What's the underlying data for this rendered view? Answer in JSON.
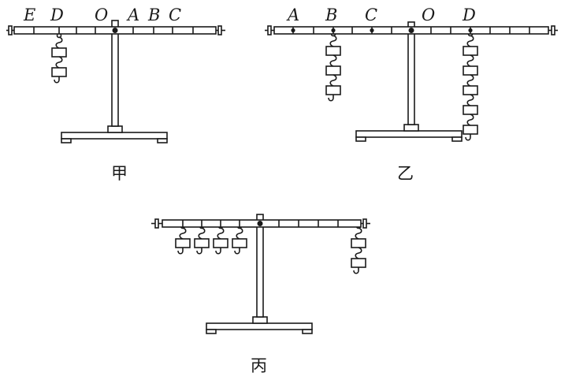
{
  "figures": [
    {
      "caption": "甲",
      "labels": [
        {
          "name": "E",
          "text": "E"
        },
        {
          "name": "D",
          "text": "D"
        },
        {
          "name": "O",
          "text": "O"
        },
        {
          "name": "A",
          "text": "A"
        },
        {
          "name": "B",
          "text": "B"
        },
        {
          "name": "C",
          "text": "C"
        }
      ],
      "hanging": [
        {
          "point": "D",
          "weights": 2
        }
      ]
    },
    {
      "caption": "乙",
      "labels": [
        {
          "name": "A",
          "text": "A"
        },
        {
          "name": "B",
          "text": "B"
        },
        {
          "name": "C",
          "text": "C"
        },
        {
          "name": "O",
          "text": "O"
        },
        {
          "name": "D",
          "text": "D"
        }
      ],
      "hanging": [
        {
          "point": "B",
          "weights": 3
        },
        {
          "point": "D",
          "weights": 5
        }
      ]
    },
    {
      "caption": "丙",
      "labels": [],
      "hanging": [
        {
          "point": "left-1",
          "weights": 1
        },
        {
          "point": "left-2",
          "weights": 1
        },
        {
          "point": "left-3",
          "weights": 1
        },
        {
          "point": "left-4",
          "weights": 1
        },
        {
          "point": "right-end",
          "weights": 2
        }
      ]
    }
  ]
}
